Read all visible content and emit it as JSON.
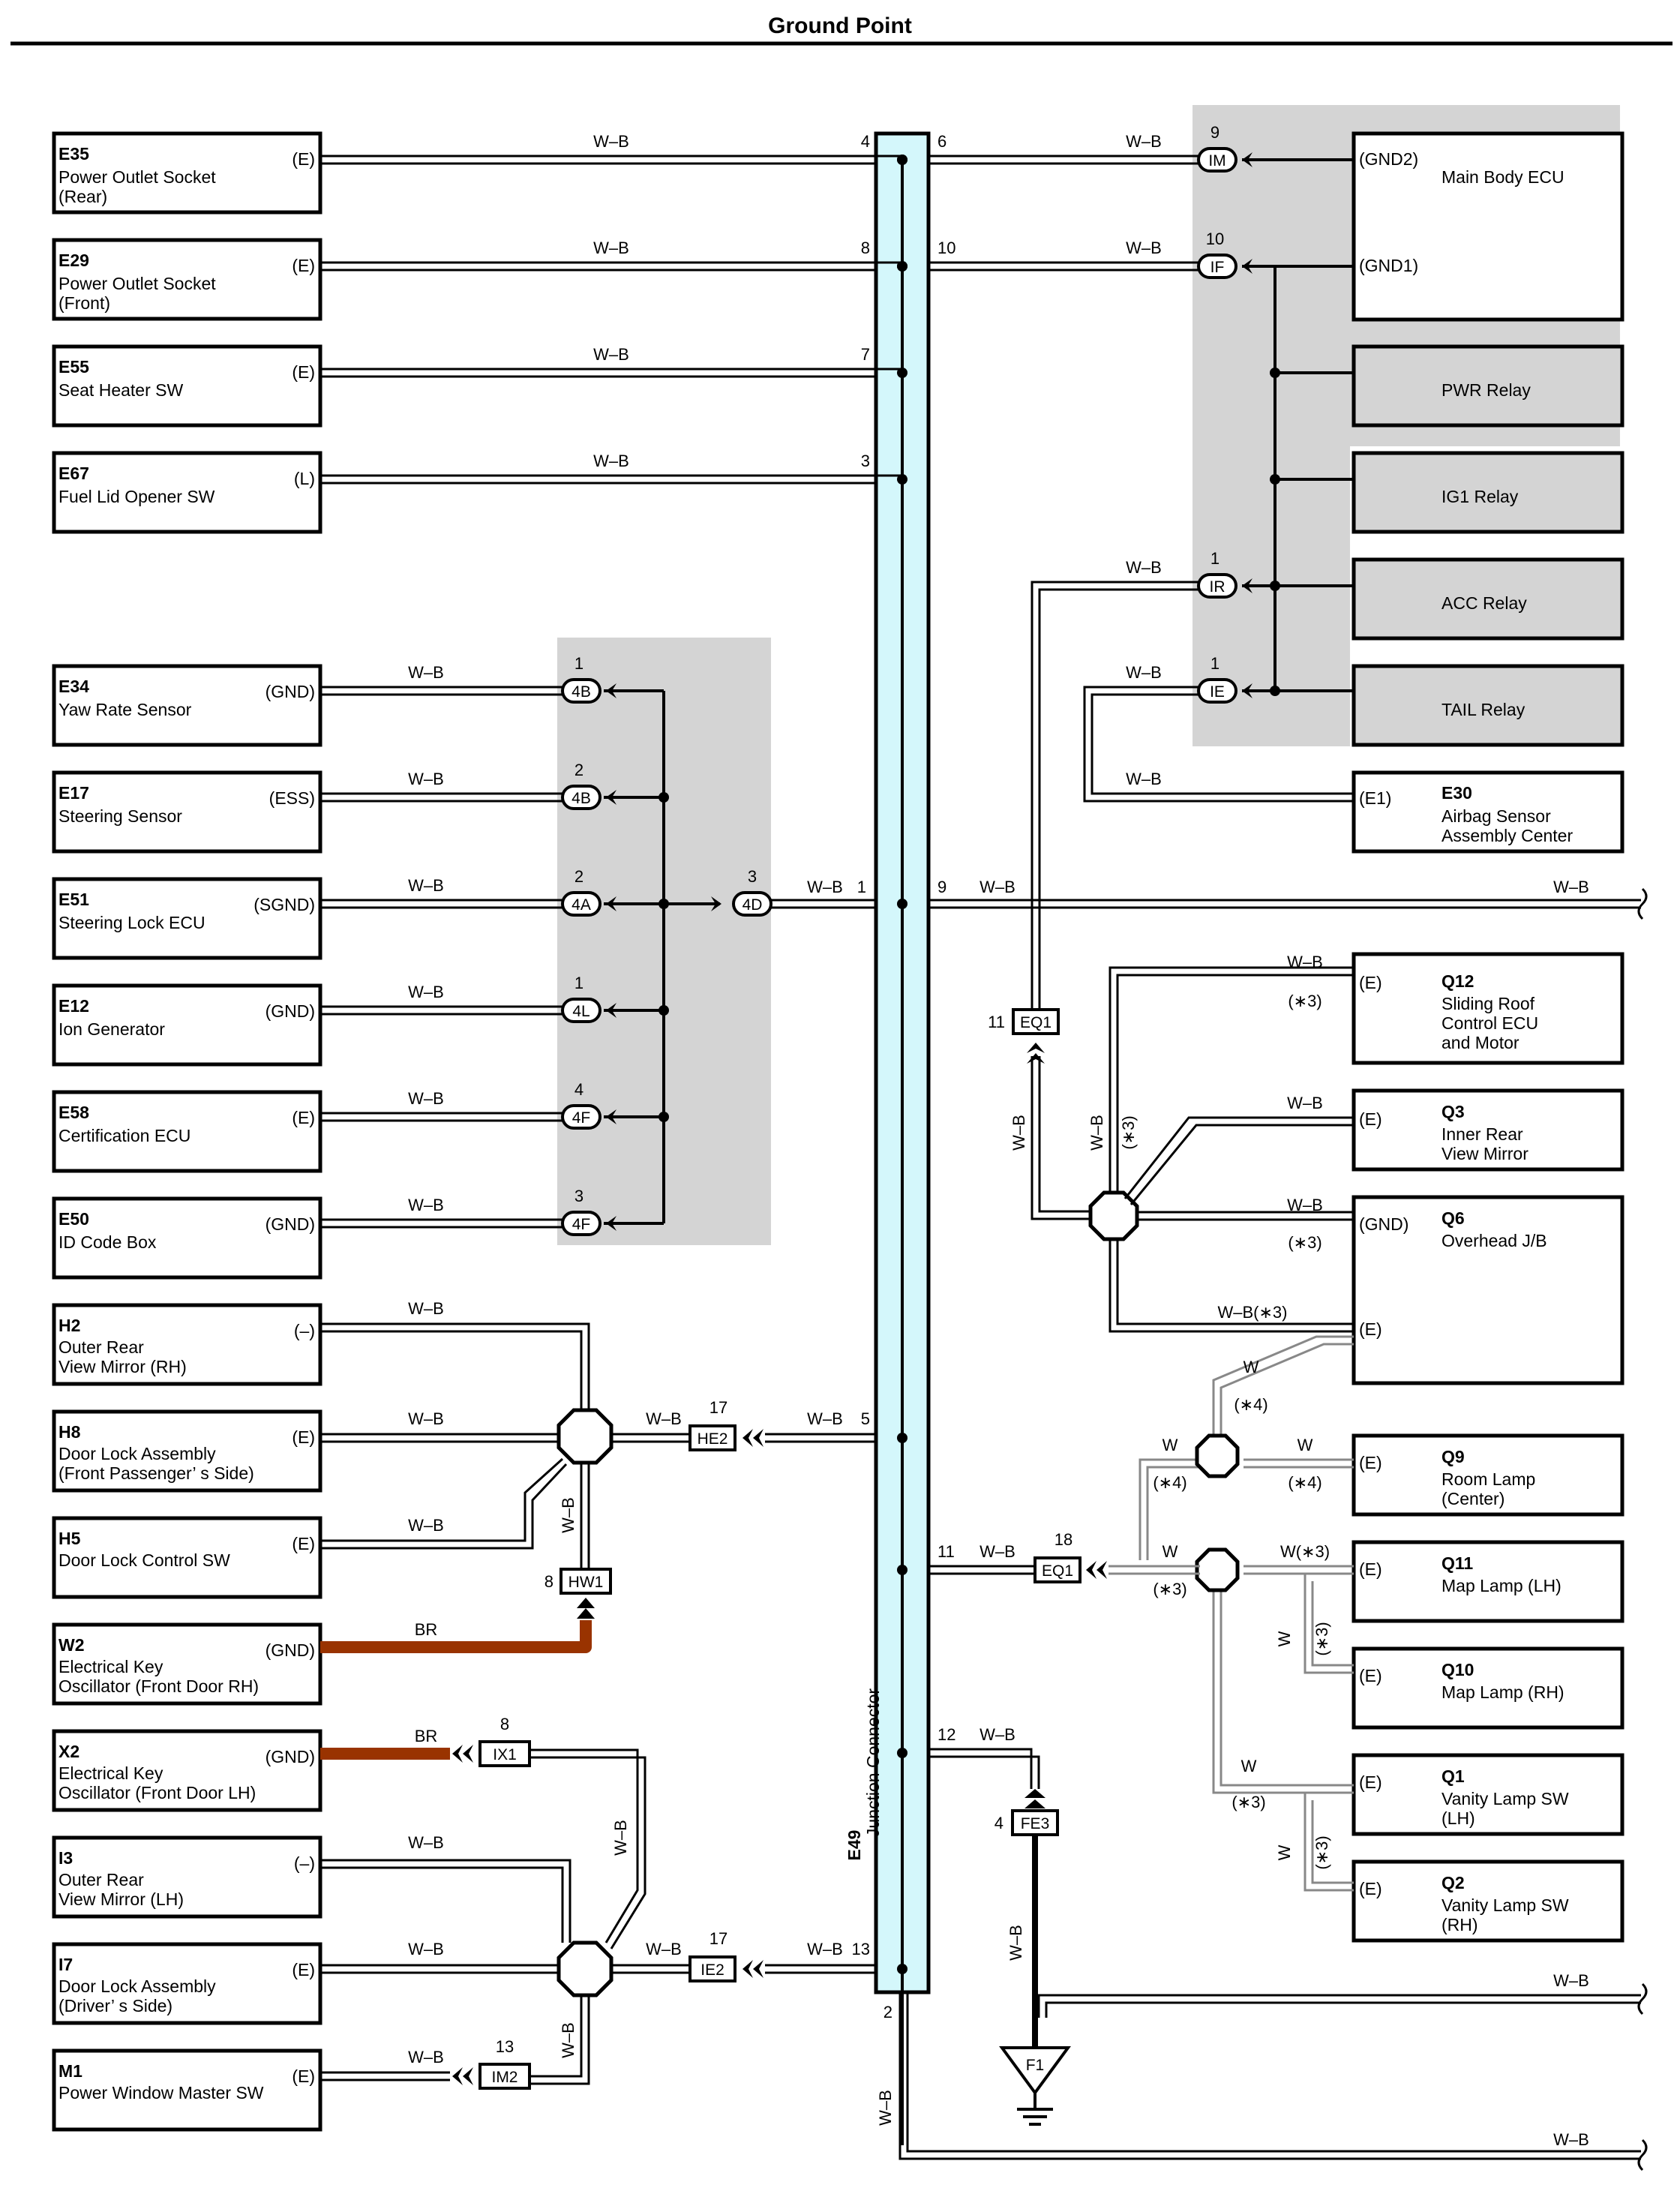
{
  "title": "Ground Point",
  "junction": {
    "code": "E49",
    "name": "Junction Connector"
  },
  "wire_color": "W–B",
  "left_components": [
    {
      "code": "E35",
      "lines": [
        "Power Outlet Socket",
        "(Rear)"
      ],
      "pin": "(E)",
      "wire": "W–B",
      "jpin": "4"
    },
    {
      "code": "E29",
      "lines": [
        "Power Outlet Socket",
        "(Front)"
      ],
      "pin": "(E)",
      "wire": "W–B",
      "jpin": "8"
    },
    {
      "code": "E55",
      "lines": [
        "Seat Heater SW"
      ],
      "pin": "(E)",
      "wire": "W–B",
      "jpin": "7"
    },
    {
      "code": "E67",
      "lines": [
        "Fuel Lid Opener SW"
      ],
      "pin": "(L)",
      "wire": "W–B",
      "jpin": "3"
    },
    {
      "code": "E34",
      "lines": [
        "Yaw Rate Sensor"
      ],
      "pin": "(GND)",
      "wire": "W–B",
      "conn": "4B",
      "cnum": "1"
    },
    {
      "code": "E17",
      "lines": [
        "Steering Sensor"
      ],
      "pin": "(ESS)",
      "wire": "W–B",
      "conn": "4B",
      "cnum": "2"
    },
    {
      "code": "E51",
      "lines": [
        "Steering Lock ECU"
      ],
      "pin": "(SGND)",
      "wire": "W–B",
      "conn": "4A",
      "cnum": "2"
    },
    {
      "code": "E12",
      "lines": [
        "Ion Generator"
      ],
      "pin": "(GND)",
      "wire": "W–B",
      "conn": "4L",
      "cnum": "1"
    },
    {
      "code": "E58",
      "lines": [
        "Certification ECU"
      ],
      "pin": "(E)",
      "wire": "W–B",
      "conn": "4F",
      "cnum": "4"
    },
    {
      "code": "E50",
      "lines": [
        "ID Code Box"
      ],
      "pin": "(GND)",
      "wire": "W–B",
      "conn": "4F",
      "cnum": "3"
    },
    {
      "code": "H2",
      "lines": [
        "Outer Rear",
        "View Mirror (RH)"
      ],
      "pin": "(–)",
      "wire": "W–B"
    },
    {
      "code": "H8",
      "lines": [
        "Door Lock Assembly",
        "(Front Passenger’ s Side)"
      ],
      "pin": "(E)",
      "wire": "W–B"
    },
    {
      "code": "H5",
      "lines": [
        "Door Lock Control SW"
      ],
      "pin": "(E)",
      "wire": "W–B"
    },
    {
      "code": "W2",
      "lines": [
        "Electrical Key",
        "Oscillator (Front Door RH)"
      ],
      "pin": "(GND)",
      "wire": "BR"
    },
    {
      "code": "X2",
      "lines": [
        "Electrical Key",
        "Oscillator (Front Door LH)"
      ],
      "pin": "(GND)",
      "wire": "BR"
    },
    {
      "code": "I3",
      "lines": [
        "Outer Rear",
        "View Mirror (LH)"
      ],
      "pin": "(–)",
      "wire": "W–B"
    },
    {
      "code": "I7",
      "lines": [
        "Door Lock Assembly",
        "(Driver’ s Side)"
      ],
      "pin": "(E)",
      "wire": "W–B"
    },
    {
      "code": "M1",
      "lines": [
        "Power Window Master SW"
      ],
      "pin": "(E)",
      "wire": "W–B"
    }
  ],
  "right_components": [
    {
      "code": "",
      "lines": [
        "Main Body ECU"
      ],
      "pins": [
        "(GND2)",
        "(GND1)"
      ]
    },
    {
      "code": "",
      "lines": [
        "PWR Relay"
      ]
    },
    {
      "code": "",
      "lines": [
        "IG1 Relay"
      ]
    },
    {
      "code": "",
      "lines": [
        "ACC Relay"
      ]
    },
    {
      "code": "",
      "lines": [
        "TAIL Relay"
      ]
    },
    {
      "code": "E30",
      "lines": [
        "Airbag Sensor",
        "Assembly Center"
      ],
      "pin": "(E1)"
    },
    {
      "code": "Q12",
      "lines": [
        "Sliding Roof",
        "Control ECU",
        "and Motor"
      ],
      "pin": "(E)"
    },
    {
      "code": "Q3",
      "lines": [
        "Inner Rear",
        "View Mirror"
      ],
      "pin": "(E)"
    },
    {
      "code": "Q6",
      "lines": [
        "Overhead J/B"
      ],
      "pins": [
        "(GND)",
        "(E)"
      ]
    },
    {
      "code": "Q9",
      "lines": [
        "Room Lamp",
        "(Center)"
      ],
      "pin": "(E)"
    },
    {
      "code": "Q11",
      "lines": [
        "Map Lamp (LH)"
      ],
      "pin": "(E)"
    },
    {
      "code": "Q10",
      "lines": [
        "Map Lamp (RH)"
      ],
      "pin": "(E)"
    },
    {
      "code": "Q1",
      "lines": [
        "Vanity Lamp SW",
        "(LH)"
      ],
      "pin": "(E)"
    },
    {
      "code": "Q2",
      "lines": [
        "Vanity Lamp SW",
        "(RH)"
      ],
      "pin": "(E)"
    }
  ],
  "connectors": {
    "IM": {
      "label": "IM",
      "num": "9"
    },
    "IF": {
      "label": "IF",
      "num": "10"
    },
    "IR": {
      "label": "IR",
      "num": "1"
    },
    "IE": {
      "label": "IE",
      "num": "1"
    },
    "4D": {
      "label": "4D",
      "num": "3"
    },
    "EQ1a": {
      "label": "EQ1",
      "num": "11"
    },
    "EQ1b": {
      "label": "EQ1",
      "num": "18"
    },
    "HE2": {
      "label": "HE2",
      "num": "17"
    },
    "HW1": {
      "label": "HW1",
      "num": "8"
    },
    "IX1": {
      "label": "IX1",
      "num": "8"
    },
    "IE2": {
      "label": "IE2",
      "num": "17"
    },
    "IM2": {
      "label": "IM2",
      "num": "13"
    },
    "FE3": {
      "label": "FE3",
      "num": "4"
    },
    "F1": {
      "label": "F1"
    }
  },
  "junction_pins": {
    "p6": "6",
    "p10": "10",
    "p1": "1",
    "p9": "9",
    "p5": "5",
    "p11": "11",
    "p12": "12",
    "p13": "13",
    "p2": "2"
  },
  "notes": {
    "star3": "(∗3)",
    "star4": "(∗4)",
    "wb_star3": "W–B(∗3)",
    "w_star3": "W(∗3)",
    "w": "W"
  }
}
